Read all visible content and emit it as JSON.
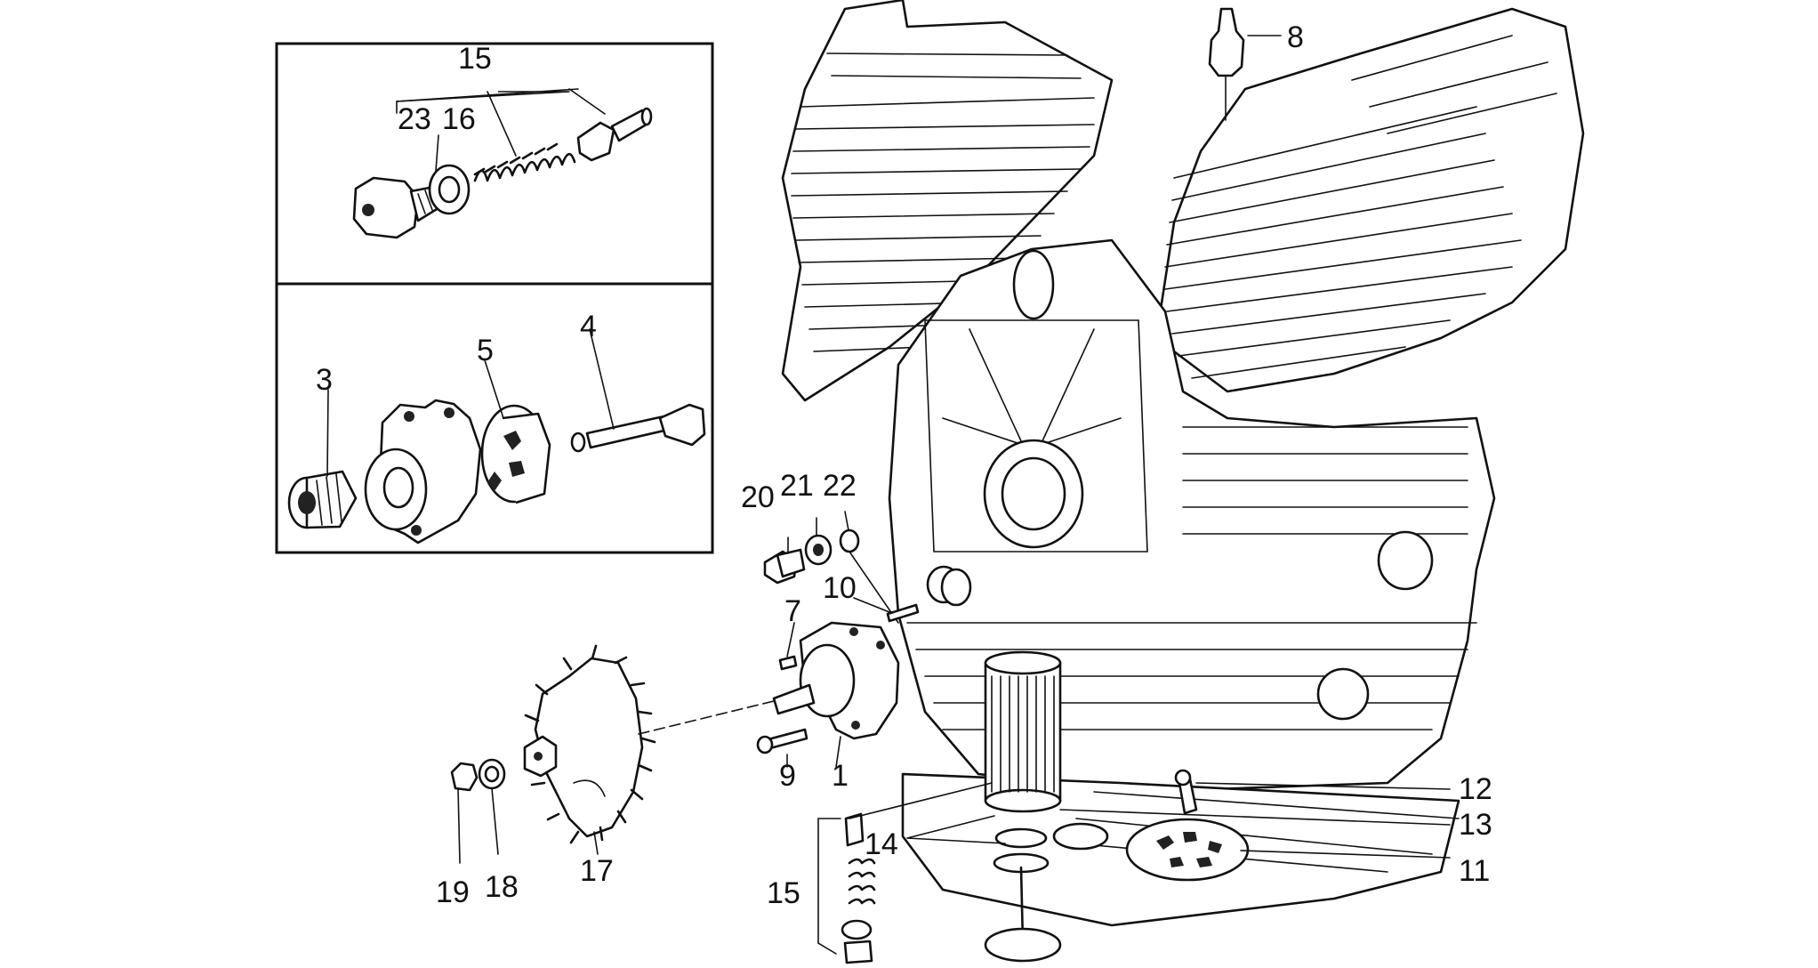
{
  "callouts": {
    "c1": "1",
    "c3": "3",
    "c4": "4",
    "c5": "5",
    "c7": "7",
    "c8": "8",
    "c9": "9",
    "c10": "10",
    "c11": "11",
    "c12": "12",
    "c13": "13",
    "c14": "14",
    "c15_inset": "15",
    "c15_main": "15",
    "c16": "16",
    "c17": "17",
    "c18": "18",
    "c19": "19",
    "c20": "20",
    "c21": "21",
    "c22": "22",
    "c23": "23"
  }
}
